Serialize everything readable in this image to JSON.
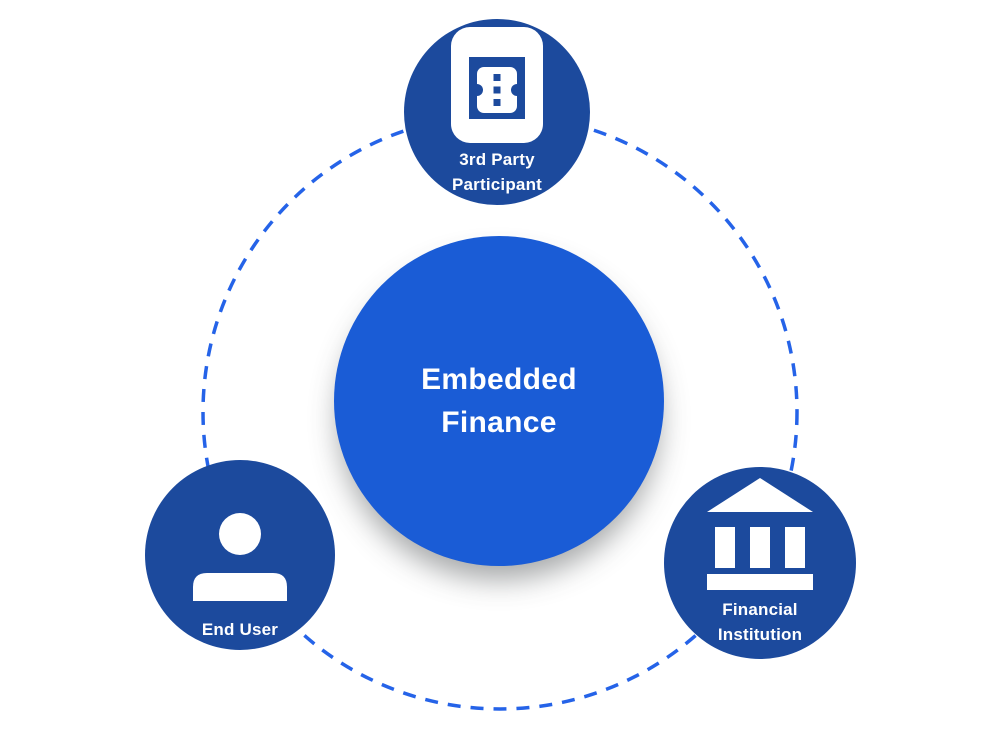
{
  "diagram": {
    "title_concept": "Embedded Finance ecosystem",
    "background_color": "#ffffff",
    "ring": {
      "shape": "dashed-circle",
      "stroke_color": "#2563e8"
    },
    "center_node": {
      "line1": "Embedded",
      "line2": "Finance",
      "fill_color": "#1a5cd6",
      "text_color": "#ffffff"
    },
    "nodes": {
      "third_party": {
        "line1": "3rd Party",
        "line2": "Participant",
        "icon": "mobile-ticket-icon",
        "fill_color": "#1c4a9d",
        "text_color": "#ffffff"
      },
      "end_user": {
        "line1": "End User",
        "icon": "person-icon",
        "fill_color": "#1c4a9d",
        "text_color": "#ffffff"
      },
      "financial_institution": {
        "line1": "Financial",
        "line2": "Institution",
        "icon": "bank-icon",
        "fill_color": "#1c4a9d",
        "text_color": "#ffffff"
      }
    }
  }
}
